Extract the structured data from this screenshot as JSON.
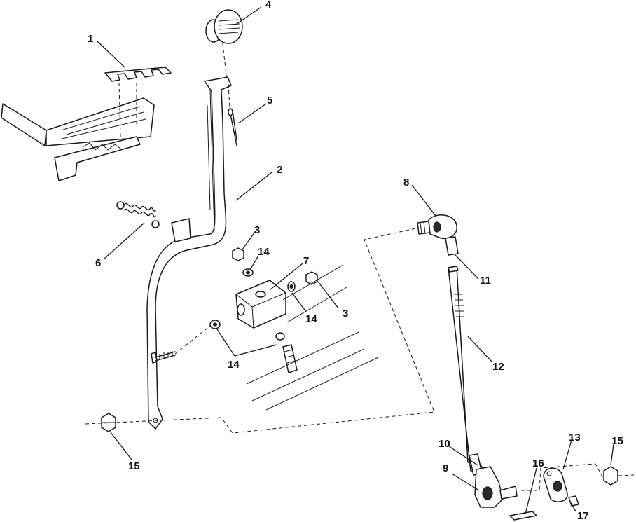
{
  "callouts": [
    {
      "id": "c1",
      "label": "1"
    },
    {
      "id": "c2",
      "label": "2"
    },
    {
      "id": "c3a",
      "label": "3"
    },
    {
      "id": "c3b",
      "label": "3"
    },
    {
      "id": "c4",
      "label": "4"
    },
    {
      "id": "c5",
      "label": "5"
    },
    {
      "id": "c6",
      "label": "6"
    },
    {
      "id": "c7",
      "label": "7"
    },
    {
      "id": "c8",
      "label": "8"
    },
    {
      "id": "c9",
      "label": "9"
    },
    {
      "id": "c10",
      "label": "10"
    },
    {
      "id": "c11",
      "label": "11"
    },
    {
      "id": "c12",
      "label": "12"
    },
    {
      "id": "c13",
      "label": "13"
    },
    {
      "id": "c14a",
      "label": "14"
    },
    {
      "id": "c14b",
      "label": "14"
    },
    {
      "id": "c14c",
      "label": "14"
    },
    {
      "id": "c15a",
      "label": "15"
    },
    {
      "id": "c15b",
      "label": "15"
    },
    {
      "id": "c16",
      "label": "16"
    },
    {
      "id": "c17",
      "label": "17"
    }
  ]
}
